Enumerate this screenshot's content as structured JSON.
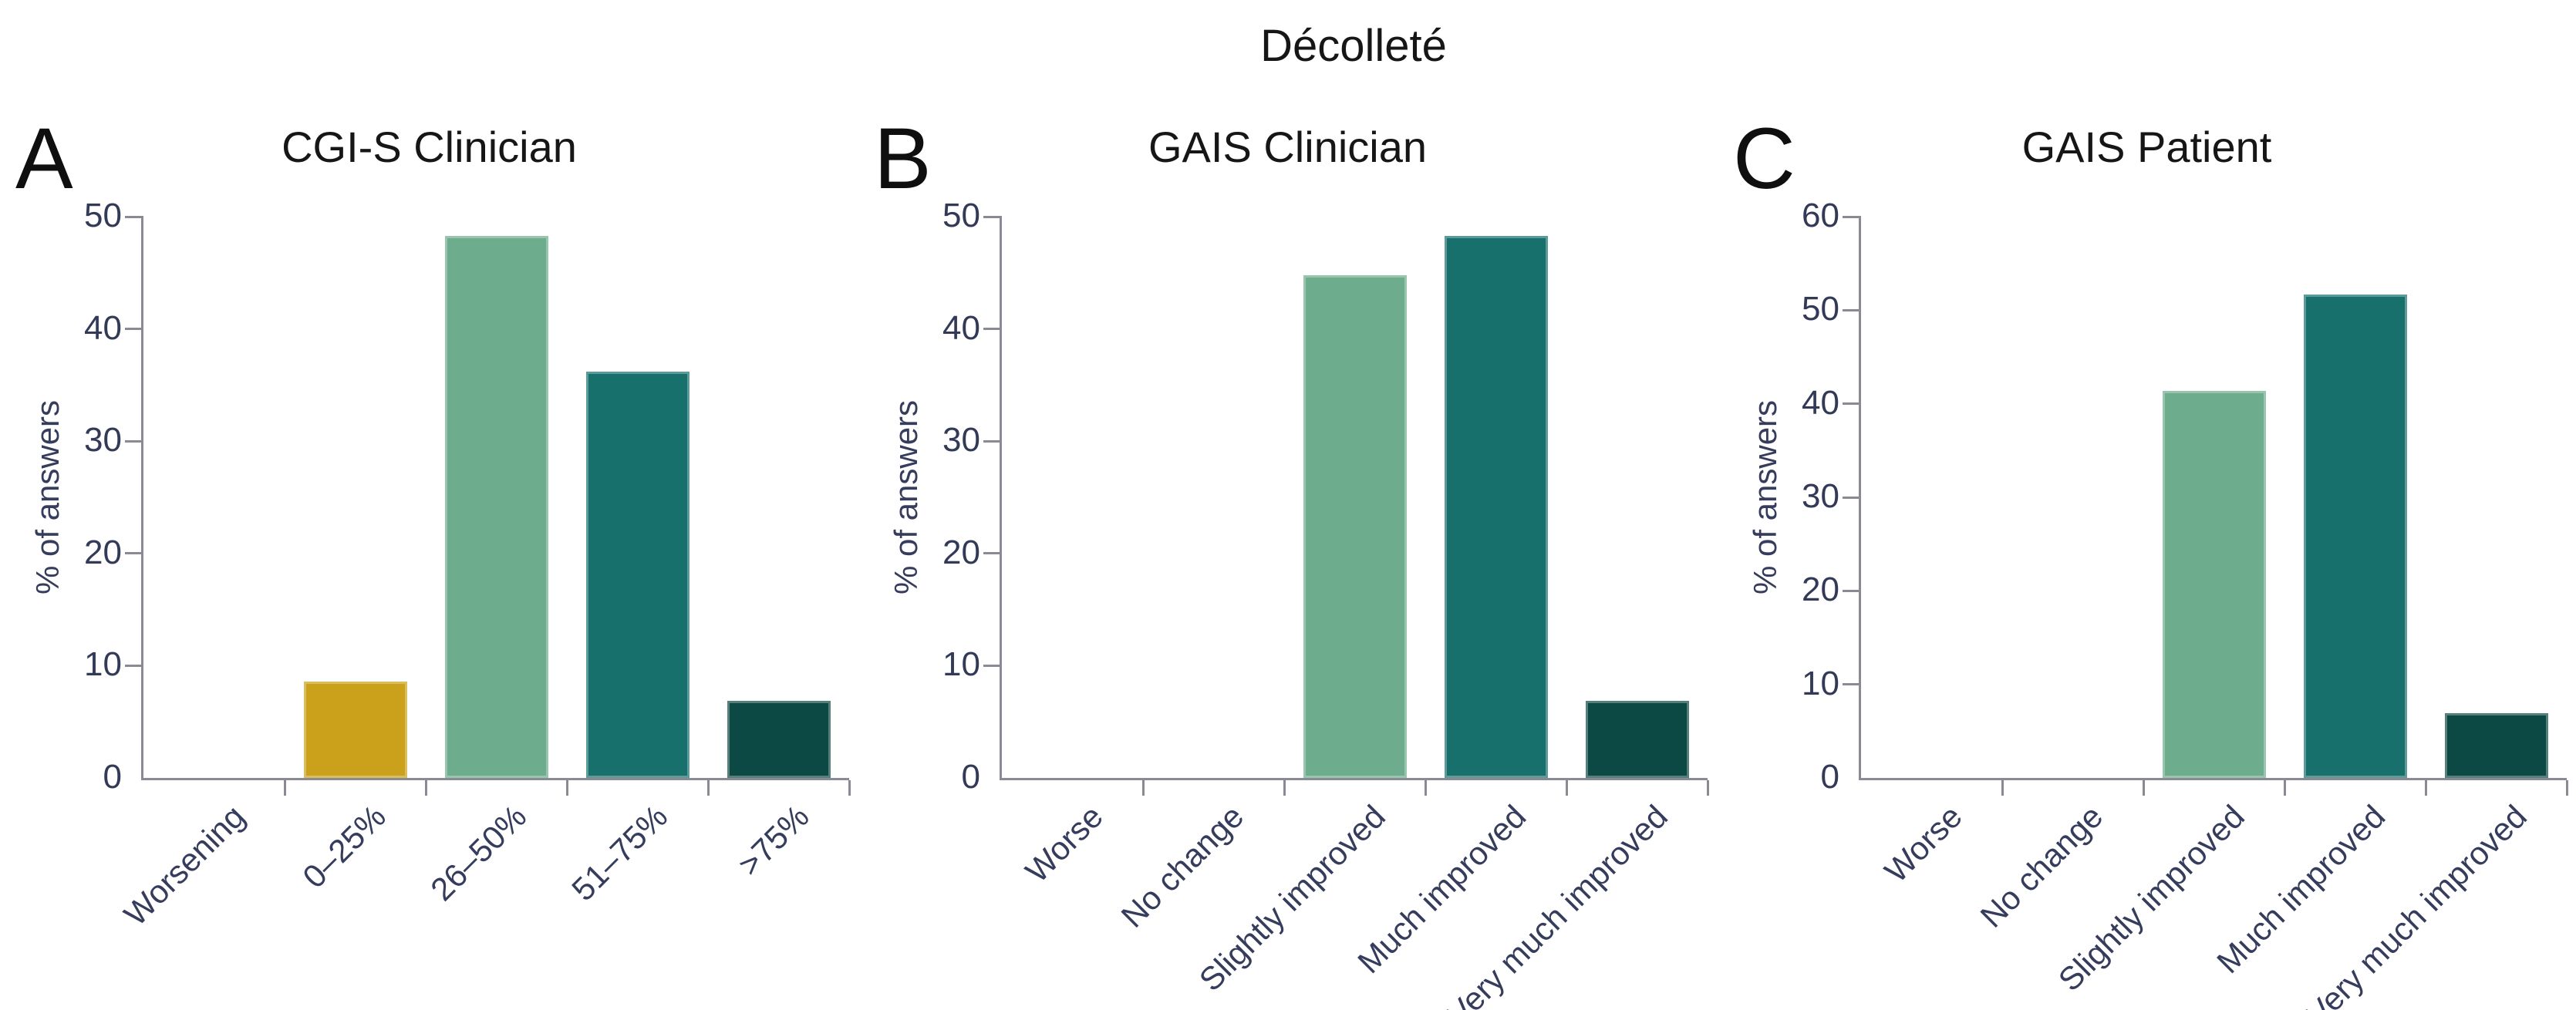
{
  "figure": {
    "title": "Décolleté",
    "ylabel": "% of answers"
  },
  "palette": {
    "gold": "#CBA11B",
    "sage_green": "#6DAC8D",
    "teal": "#17706C",
    "dark_teal": "#0D4944",
    "axis_line": "#8A8A94",
    "tick_text": "#333A58",
    "title_text": "#161616"
  },
  "chart_data": [
    {
      "type": "bar",
      "panel_letter": "A",
      "title": "CGI-S Clinician",
      "ylabel": "% of answers",
      "ylim": [
        0,
        50
      ],
      "yticks": [
        0,
        10,
        20,
        30,
        40,
        50
      ],
      "categories": [
        "Worsening",
        "0–25%",
        "26–50%",
        "51–75%",
        ">75%"
      ],
      "values": [
        0,
        8.6,
        48.3,
        36.2,
        6.9
      ],
      "bar_colors": [
        null,
        "#CBA11B",
        "#6DAC8D",
        "#17706C",
        "#0D4944"
      ],
      "grid": false,
      "legend_position": "none"
    },
    {
      "type": "bar",
      "panel_letter": "B",
      "title": "GAIS Clinician",
      "ylabel": "% of answers",
      "ylim": [
        0,
        50
      ],
      "yticks": [
        0,
        10,
        20,
        30,
        40,
        50
      ],
      "categories": [
        "Worse",
        "No change",
        "Slightly improved",
        "Much improved",
        "Very much improved"
      ],
      "values": [
        0,
        0,
        44.8,
        48.3,
        6.9
      ],
      "bar_colors": [
        null,
        null,
        "#6DAC8D",
        "#17706C",
        "#0D4944"
      ],
      "grid": false,
      "legend_position": "none"
    },
    {
      "type": "bar",
      "panel_letter": "C",
      "title": "GAIS Patient",
      "ylabel": "% of answers",
      "ylim": [
        0,
        60
      ],
      "yticks": [
        0,
        10,
        20,
        30,
        40,
        50,
        60
      ],
      "categories": [
        "Worse",
        "No change",
        "Slightly improved",
        "Much improved",
        "Very much improved"
      ],
      "values": [
        0,
        0,
        41.4,
        51.7,
        6.9
      ],
      "bar_colors": [
        null,
        null,
        "#6DAC8D",
        "#17706C",
        "#0D4944"
      ],
      "grid": false,
      "legend_position": "none"
    }
  ]
}
